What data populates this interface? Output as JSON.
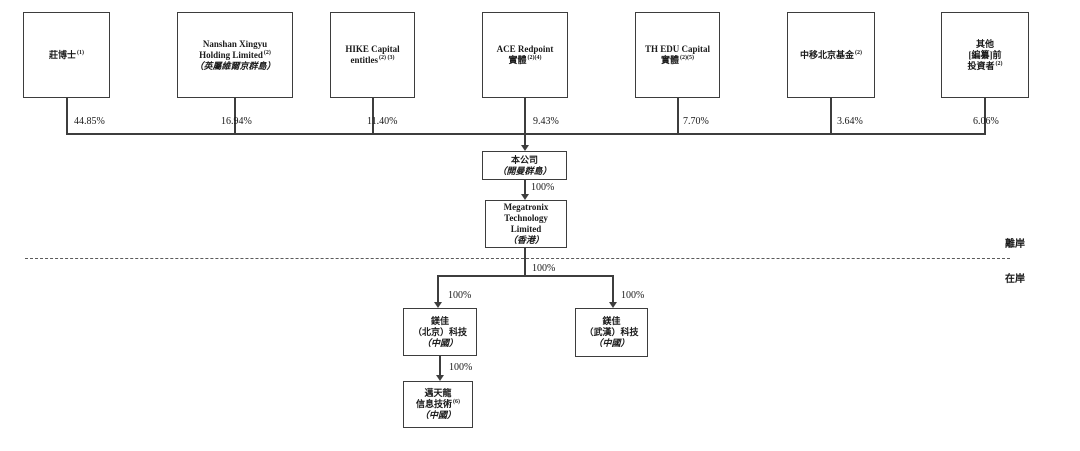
{
  "colors": {
    "line": "#3d3d3d",
    "text": "#1a1a1a",
    "background": "#ffffff"
  },
  "shareholders": [
    {
      "percent": "44.85%",
      "lines": [
        {
          "text": "莊博士",
          "sup": "(1)"
        }
      ]
    },
    {
      "percent": "16.94%",
      "lines": [
        {
          "text": "Nanshan Xingyu"
        },
        {
          "text": "Holding Limited",
          "sup": "(2)"
        },
        {
          "text": "（英屬維爾京群島）"
        }
      ]
    },
    {
      "percent": "11.40%",
      "lines": [
        {
          "text": "HIKE Capital"
        },
        {
          "text": "entitles",
          "sup": "(2) (3)"
        }
      ]
    },
    {
      "percent": "9.43%",
      "lines": [
        {
          "text": "ACE Redpoint"
        },
        {
          "text": "實體",
          "sup": "(2)(4)"
        }
      ]
    },
    {
      "percent": "7.70%",
      "lines": [
        {
          "text": "TH EDU Capital"
        },
        {
          "text": "實體",
          "sup": "(2)(5)"
        }
      ]
    },
    {
      "percent": "3.64%",
      "lines": [
        {
          "text": "中移北京基金",
          "sup": "(2)"
        }
      ]
    },
    {
      "percent": "6.06%",
      "lines": [
        {
          "text": "其他"
        },
        {
          "text": "[編纂]前"
        },
        {
          "text": "投資者",
          "sup": "(2)"
        }
      ]
    }
  ],
  "company_box": {
    "line1": "本公司",
    "line2": "（開曼群島）"
  },
  "hk_box": {
    "line1": "Megatronix",
    "line2": "Technology",
    "line3": "Limited",
    "line4": "（香港）"
  },
  "beijing_box": {
    "line1": "鎂佳",
    "line2": "（北京）科技",
    "line3": "（中國）"
  },
  "wuhan_box": {
    "line1": "鎂佳",
    "line2": "（武漢）科技",
    "line3": "（中國）"
  },
  "mtl_box": {
    "line1": "邁天龍",
    "line2": "信息技術",
    "sup2": "(6)",
    "line3": "（中國）"
  },
  "ownership_labels": {
    "cayman_to_hk": "100%",
    "hk_to_prc": "100%",
    "to_beijing": "100%",
    "to_wuhan": "100%",
    "to_mtl": "100%"
  },
  "region_labels": {
    "offshore": "離岸",
    "onshore": "在岸"
  }
}
